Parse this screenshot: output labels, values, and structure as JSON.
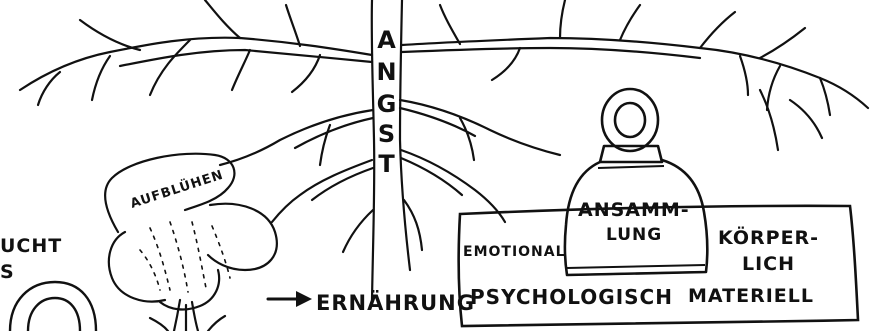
{
  "colors": {
    "ink": "#111111",
    "paper": "#ffffff"
  },
  "root": {
    "letters": [
      "A",
      "N",
      "G",
      "S",
      "T"
    ]
  },
  "flower": {
    "label": "AUFBLÜHEN"
  },
  "arrow_label": "ERNÄHRUNG",
  "left_fragment": {
    "text_1": "UCHT",
    "text_2": "S"
  },
  "weight": {
    "label_line_1": "ANSAMM-",
    "label_line_2": "LUNG"
  },
  "box": {
    "emotional": "EMOTIONAL",
    "koerperlich_line_1": "KÖRPER-",
    "koerperlich_line_2": "LICH",
    "psychologisch": "PSYCHOLOGISCH",
    "materiell": "MATERIELL"
  }
}
